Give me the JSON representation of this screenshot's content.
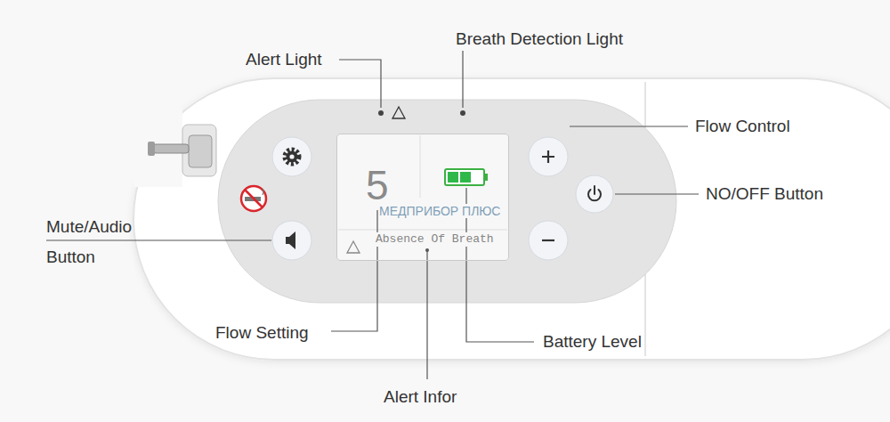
{
  "diagram": {
    "nodes": [
      {
        "text": [
          "5",
          "Absence Of Breath"
        ]
      }
    ],
    "labels": [
      "Alert Light",
      "Breath Detection Light",
      "Flow Control",
      "NO/OFF Button",
      "Mute/Audio Button",
      "Flow Setting",
      "Battery Level",
      "Alert Infor",
      "МЕДПРИБОР ПЛЮС"
    ]
  }
}
